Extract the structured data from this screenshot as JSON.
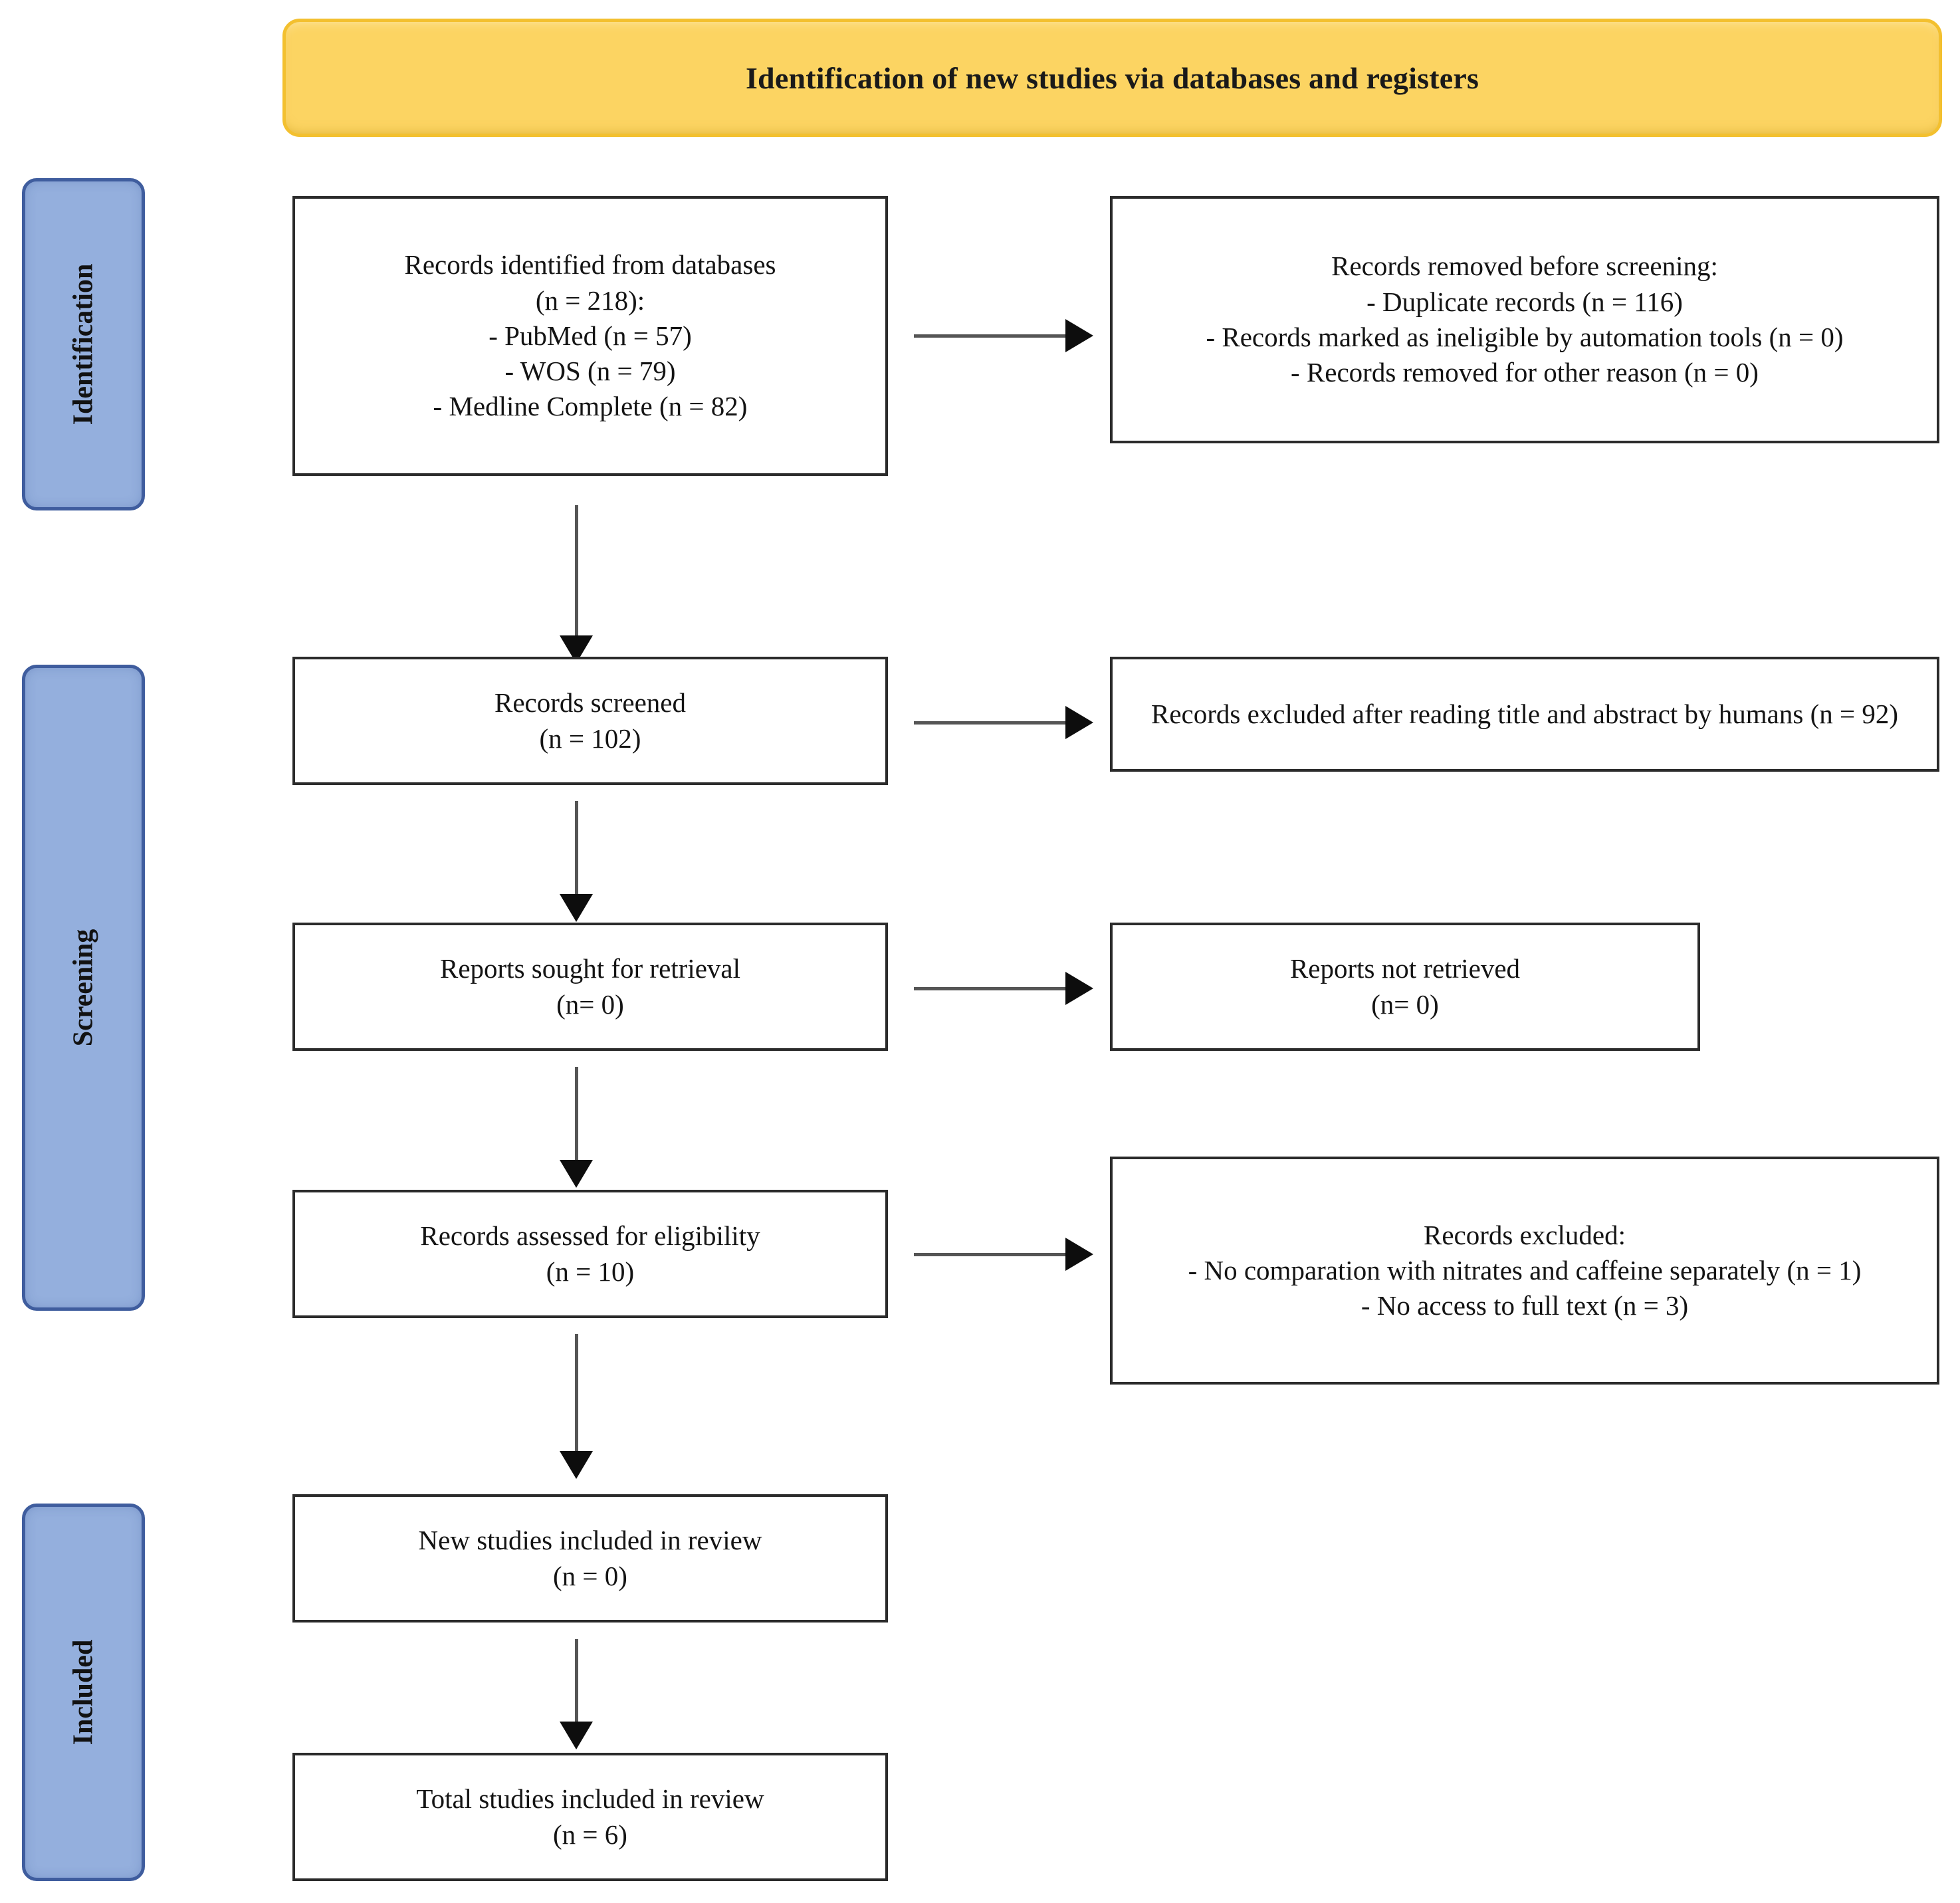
{
  "banner": {
    "title": "Identification of new studies via databases and registers",
    "fill_color": "#fcd462",
    "border_color": "#f3c02f"
  },
  "stages": [
    {
      "label": "Identification"
    },
    {
      "label": "Screening"
    },
    {
      "label": "Included"
    }
  ],
  "stage_color": {
    "fill": "#94afdd",
    "border": "#3f5d9e"
  },
  "boxes": {
    "identified": "Records identified from databases\n(n = 218):\n- PubMed (n = 57)\n- WOS (n = 79)\n- Medline Complete (n = 82)",
    "removed_before_screening": "Records removed before screening:\n- Duplicate records (n = 116)\n- Records marked as ineligible by automation tools (n = 0)\n- Records removed for other reason (n = 0)",
    "screened": "Records screened\n(n = 102)",
    "excluded_title_abstract": "Records excluded after reading title and abstract by humans (n = 92)",
    "reports_sought": "Reports sought for retrieval\n(n= 0)",
    "reports_not_retrieved": "Reports not retrieved\n(n= 0)",
    "assessed_eligibility": "Records assessed for eligibility\n(n = 10)",
    "records_excluded": "Records excluded:\n- No comparation with nitrates and caffeine separately (n = 1)\n- No access to full text (n = 3)",
    "new_studies_included": "New studies included in review\n(n = 0)",
    "total_studies_included": "Total studies included in review\n(n = 6)"
  }
}
